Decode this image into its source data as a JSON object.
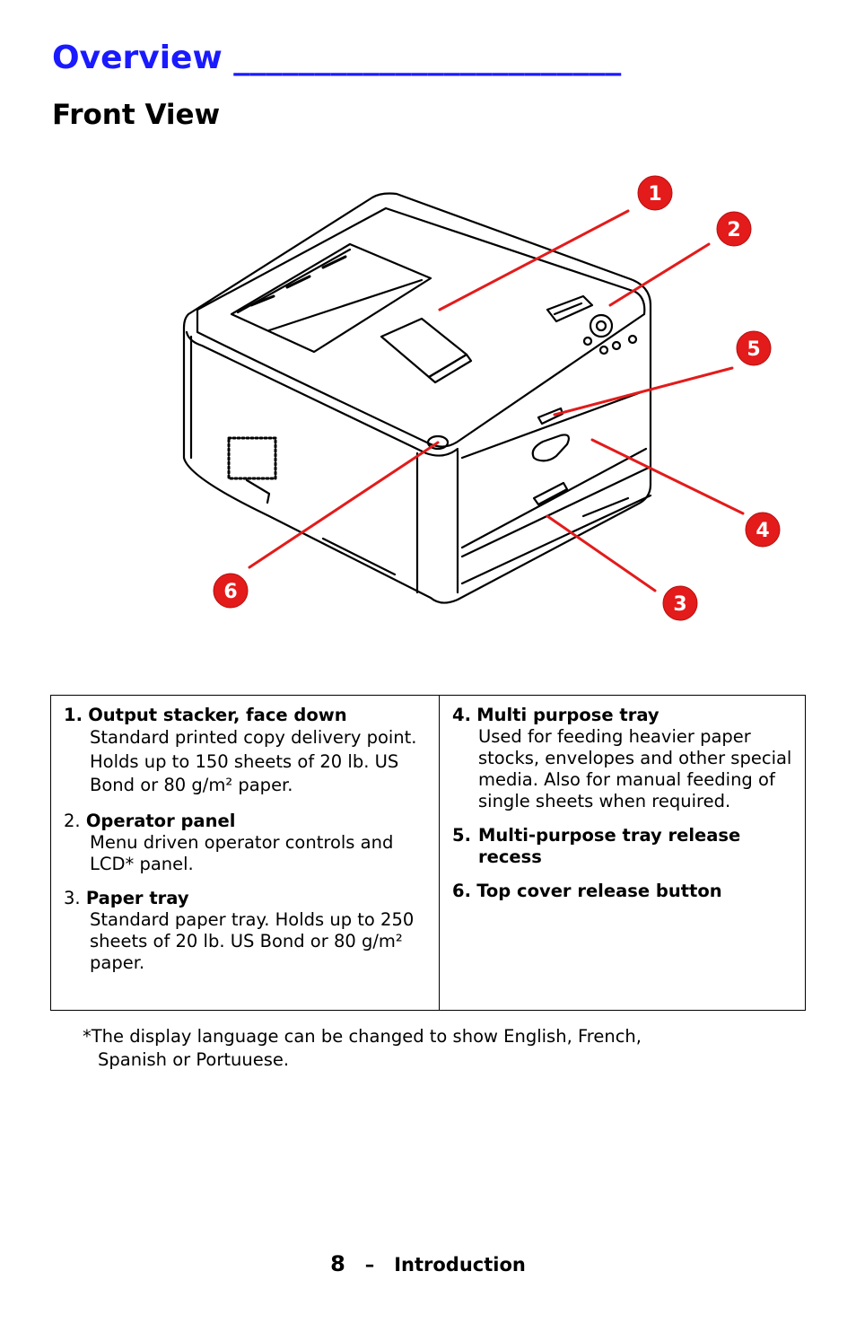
{
  "header": {
    "title": "Overview ________________________",
    "subtitle": "Front View"
  },
  "figure": {
    "callouts": [
      "1",
      "2",
      "3",
      "4",
      "5",
      "6"
    ],
    "callout_color": "#e31b1b"
  },
  "legend": {
    "left": [
      {
        "num": "1.",
        "label": "Output stacker, face down",
        "num_bold": true,
        "desc": "Standard printed copy delivery point. Holds up to 150 sheets of 20 lb. US Bond or  80 g/m² paper."
      },
      {
        "num": "2.",
        "label": "Operator panel",
        "num_bold": false,
        "desc": "Menu driven operator controls and LCD* panel."
      },
      {
        "num": "3.",
        "label": "Paper tray",
        "num_bold": false,
        "desc": "Standard paper tray. Holds up to 250 sheets of 20 lb. US Bond or 80 g/m² paper."
      }
    ],
    "right": [
      {
        "num": "4.",
        "label": "Multi purpose tray",
        "num_bold": true,
        "desc": "Used for feeding heavier paper stocks, envelopes and other special media. Also for manual feeding of single sheets when required."
      },
      {
        "num": "5.",
        "label": "Multi-purpose tray release recess",
        "num_bold": true,
        "desc": ""
      },
      {
        "num": "6.",
        "label": "Top cover release button",
        "num_bold": true,
        "desc": ""
      }
    ]
  },
  "footnote": {
    "line1": "*The display language can be changed to show English, French,",
    "line2": "Spanish or Portuuese."
  },
  "footer": {
    "page_number": "8",
    "separator": "–",
    "section": "Introduction"
  }
}
